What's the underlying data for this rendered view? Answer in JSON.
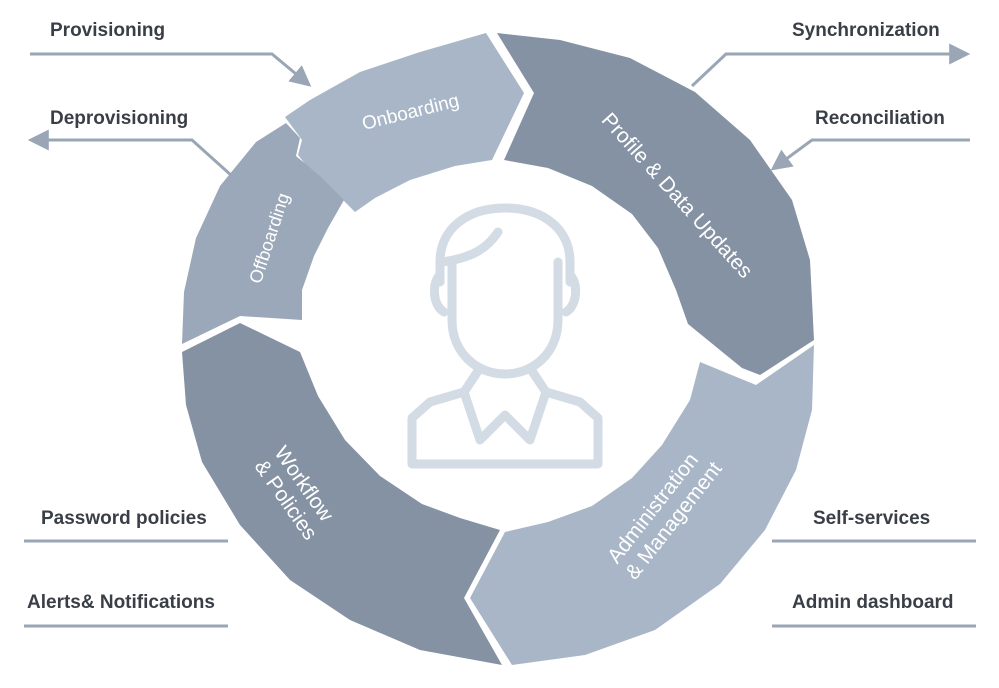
{
  "colors": {
    "segment_light": "#a9b6c7",
    "segment_mid": "#9ba8b9",
    "segment_dark": "#8592a4",
    "person_outline": "#d3dbe4",
    "arrow_line": "#9aa6b6",
    "label_text": "#3a3f47"
  },
  "segments": {
    "onboarding": "Onboarding",
    "profile": "Profile & Data Updates",
    "administration_line1": "Administration",
    "administration_line2": "& Management",
    "workflow_line1": "Workflow",
    "workflow_line2": "& Policies",
    "offboarding": "Offboarding"
  },
  "labels": {
    "provisioning": "Provisioning",
    "deprovisioning": "Deprovisioning",
    "synchronization": "Synchronization",
    "reconciliation": "Reconciliation",
    "password_policies": "Password policies",
    "alerts_notifications": "Alerts& Notifications",
    "self_services": "Self-services",
    "admin_dashboard": "Admin dashboard"
  },
  "center_icon": "user-avatar-icon"
}
